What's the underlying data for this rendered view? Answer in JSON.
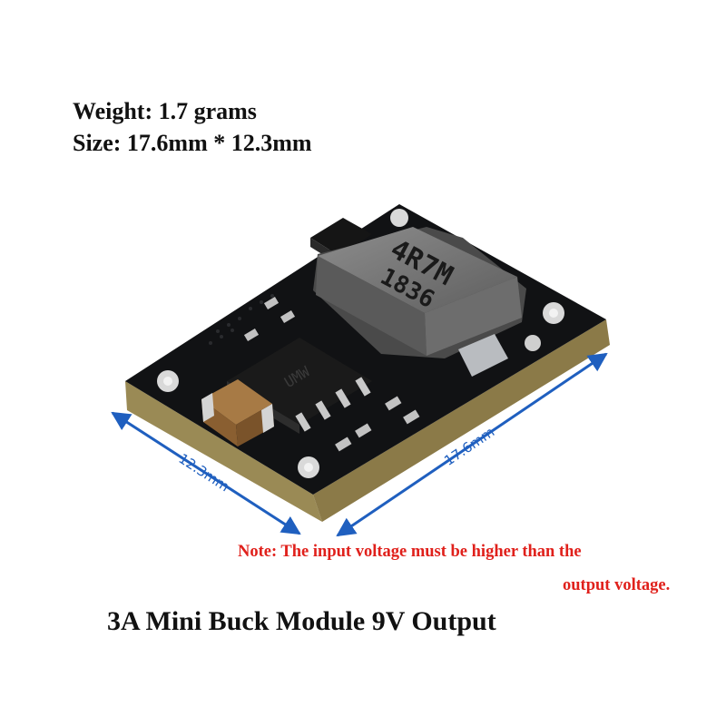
{
  "specs": {
    "weight": "Weight: 1.7 grams",
    "size": "Size: 17.6mm * 12.3mm"
  },
  "dimensions": {
    "width_label": "12.3mm",
    "length_label": "17.6mm",
    "arrow_color": "#1f5fbf"
  },
  "components": {
    "inductor_code_line1": "4R7M",
    "inductor_code_line2": "1836",
    "ic_marking": "UMW"
  },
  "note": {
    "line1": "Note: The input voltage must be higher than the",
    "line2": "output voltage.",
    "color": "#e0201b"
  },
  "title": "3A Mini Buck Module 9V Output"
}
